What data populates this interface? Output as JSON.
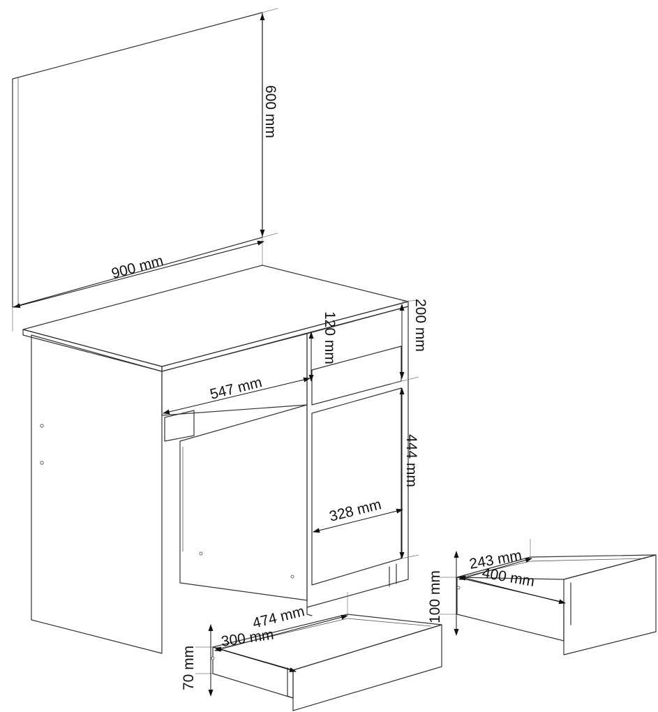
{
  "dimensions": {
    "mirror_height": "600 mm",
    "mirror_width": "900 mm",
    "drawer_front_height": "120 mm",
    "top_drawer_height": "200 mm",
    "kneehole_width": "547 mm",
    "cabinet_door_height": "444 mm",
    "cabinet_door_width": "328 mm",
    "drawer_large_length": "474 mm",
    "drawer_large_width": "300 mm",
    "drawer_large_height": "70 mm",
    "drawer_small_length": "243 mm",
    "drawer_small_width": "400 mm",
    "drawer_small_height": "100 mm"
  },
  "colors": {
    "line": "#333333",
    "dimension": "#111111",
    "background": "#ffffff"
  }
}
